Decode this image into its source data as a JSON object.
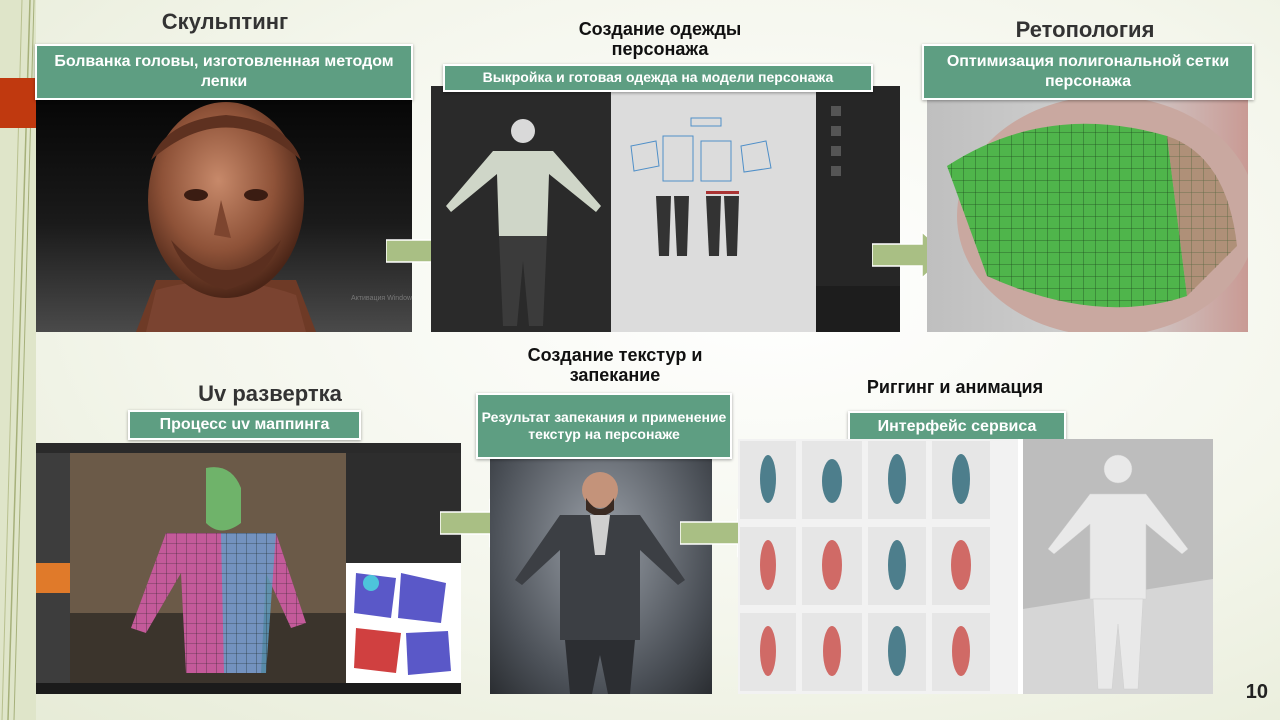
{
  "slide": {
    "page_number": "10",
    "accent_color": "#c0390f",
    "label_color": "#5e9e82",
    "arrow_color": "#a9bf84"
  },
  "sections": {
    "sculpting": {
      "title": "Скульптинг",
      "label": "Болванка головы, изготовленная методом лепки"
    },
    "clothing": {
      "title": "Создание одежды персонажа",
      "label": "Выкройка и готовая одежда на модели персонажа"
    },
    "retopology": {
      "title": "Ретопология",
      "label": "Оптимизация полигональной сетки персонажа"
    },
    "uv": {
      "title": "Uv развертка",
      "label": "Процесс uv маппинга"
    },
    "texturing": {
      "title": "Создание текстур и запекание",
      "label": "Результат запекания и применение текстур на персонаже"
    },
    "rigging": {
      "title": "Риггинг и анимация",
      "label": "Интерфейс сервиса"
    }
  }
}
